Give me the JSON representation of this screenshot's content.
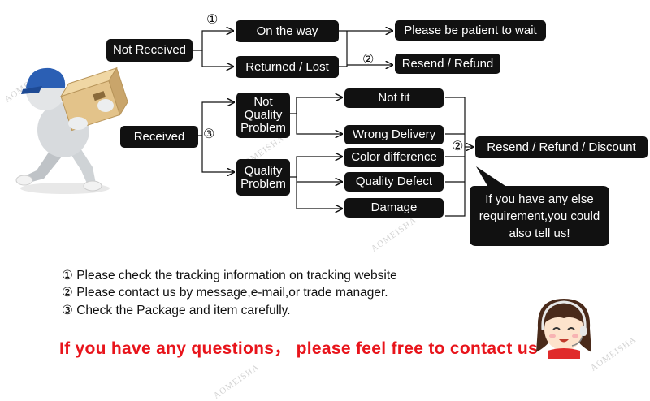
{
  "watermark": "AOMEISHA",
  "nodes": {
    "not_received": "Not Received",
    "on_the_way": "On the way",
    "returned_lost": "Returned / Lost",
    "please_wait": "Please be patient to wait",
    "resend_refund": "Resend / Refund",
    "received": "Received",
    "not_quality_problem": "Not Quality Problem",
    "quality_problem": "Quality Problem",
    "not_fit": "Not fit",
    "wrong_delivery": "Wrong Delivery",
    "color_difference": "Color difference",
    "quality_defect": "Quality Defect",
    "damage": "Damage",
    "resend_refund_discount": "Resend / Refund / Discount",
    "else_requirement": "If you have any else requirement,you could also tell us!"
  },
  "markers": {
    "one": "①",
    "two": "②",
    "three": "③"
  },
  "notes": [
    "① Please check the tracking information on tracking website",
    "② Please contact us by message,e-mail,or trade manager.",
    "③ Check the Package and item carefully."
  ],
  "banner": "If you have any questions， please feel free to contact us",
  "icons": {
    "delivery": "delivery-man-illustration",
    "support": "customer-service-girl-illustration"
  }
}
